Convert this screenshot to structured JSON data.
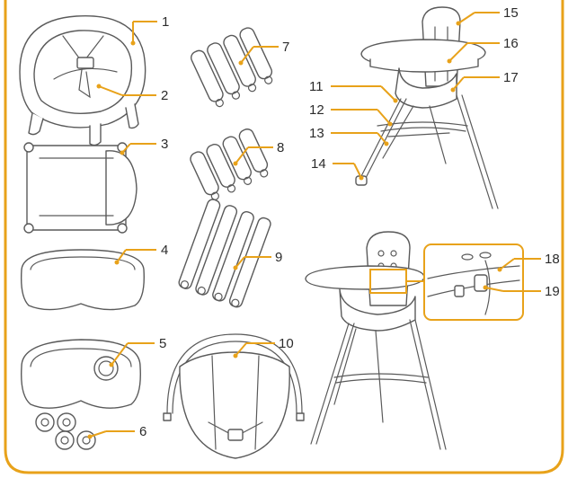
{
  "colors": {
    "accent": "#e8a21a",
    "line": "#5a5a5a",
    "label": "#2b2b2b",
    "background": "#ffffff"
  },
  "callouts": [
    {
      "n": "1"
    },
    {
      "n": "2"
    },
    {
      "n": "3"
    },
    {
      "n": "4"
    },
    {
      "n": "5"
    },
    {
      "n": "6"
    },
    {
      "n": "7"
    },
    {
      "n": "8"
    },
    {
      "n": "9"
    },
    {
      "n": "10"
    },
    {
      "n": "11"
    },
    {
      "n": "12"
    },
    {
      "n": "13"
    },
    {
      "n": "14"
    },
    {
      "n": "15"
    },
    {
      "n": "16"
    },
    {
      "n": "17"
    },
    {
      "n": "18"
    },
    {
      "n": "19"
    }
  ]
}
